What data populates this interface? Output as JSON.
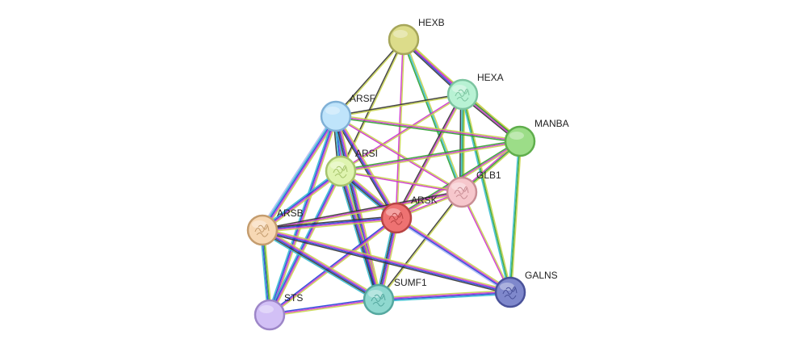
{
  "network": {
    "nodes": [
      {
        "id": "HEXB",
        "label": "HEXB",
        "color": "#dcdc8a",
        "stroke": "#a6a65a",
        "structure": false
      },
      {
        "id": "HEXA",
        "label": "HEXA",
        "color": "#b8f2d4",
        "stroke": "#7cc4a0",
        "structure": true
      },
      {
        "id": "ARSF",
        "label": "ARSF",
        "color": "#bfe4fb",
        "stroke": "#7fb0d6",
        "structure": false
      },
      {
        "id": "MANBA",
        "label": "MANBA",
        "color": "#9cdd88",
        "stroke": "#5fae4c",
        "structure": false
      },
      {
        "id": "ARSI",
        "label": "ARSI",
        "color": "#dff4b0",
        "stroke": "#a6c36c",
        "structure": true
      },
      {
        "id": "GLB1",
        "label": "GLB1",
        "color": "#f6c7cc",
        "stroke": "#c98e95",
        "structure": true
      },
      {
        "id": "ARSK",
        "label": "ARSK",
        "color": "#ee7272",
        "stroke": "#b84444",
        "structure": true
      },
      {
        "id": "ARSB",
        "label": "ARSB",
        "color": "#f7d8b4",
        "stroke": "#c49c6e",
        "structure": true
      },
      {
        "id": "GALNS",
        "label": "GALNS",
        "color": "#7f88cc",
        "stroke": "#4a529a",
        "structure": true
      },
      {
        "id": "SUMF1",
        "label": "SUMF1",
        "color": "#8fd8cf",
        "stroke": "#55a89f",
        "structure": true
      },
      {
        "id": "STS",
        "label": "STS",
        "color": "#d2c0f6",
        "stroke": "#9d86c8",
        "structure": false
      }
    ],
    "edge_colors": {
      "green": "#2ca02c",
      "blue": "#1f3fd6",
      "magenta": "#cc33cc",
      "yellow": "#c8d44a",
      "black": "#333333",
      "cyan": "#33bbd0",
      "lightblue": "#8899ee"
    },
    "edges": [
      {
        "a": "HEXB",
        "b": "HEXA",
        "types": [
          "yellow",
          "magenta",
          "blue",
          "black"
        ]
      },
      {
        "a": "HEXB",
        "b": "ARSF",
        "types": [
          "yellow",
          "black"
        ]
      },
      {
        "a": "HEXB",
        "b": "MANBA",
        "types": [
          "yellow",
          "magenta"
        ]
      },
      {
        "a": "HEXB",
        "b": "ARSI",
        "types": [
          "yellow",
          "black"
        ]
      },
      {
        "a": "HEXB",
        "b": "GLB1",
        "types": [
          "yellow",
          "cyan",
          "green"
        ]
      },
      {
        "a": "HEXB",
        "b": "ARSK",
        "types": [
          "yellow",
          "magenta"
        ]
      },
      {
        "a": "HEXA",
        "b": "ARSF",
        "types": [
          "yellow",
          "black"
        ]
      },
      {
        "a": "HEXA",
        "b": "MANBA",
        "types": [
          "yellow",
          "green",
          "magenta",
          "black"
        ]
      },
      {
        "a": "HEXA",
        "b": "ARSI",
        "types": [
          "yellow",
          "magenta"
        ]
      },
      {
        "a": "HEXA",
        "b": "GLB1",
        "types": [
          "yellow",
          "green",
          "cyan",
          "black"
        ]
      },
      {
        "a": "HEXA",
        "b": "ARSK",
        "types": [
          "yellow",
          "magenta",
          "black"
        ]
      },
      {
        "a": "HEXA",
        "b": "GALNS",
        "types": [
          "yellow",
          "green",
          "cyan"
        ]
      },
      {
        "a": "ARSF",
        "b": "MANBA",
        "types": [
          "yellow",
          "magenta",
          "green"
        ]
      },
      {
        "a": "ARSF",
        "b": "ARSI",
        "types": [
          "yellow",
          "magenta",
          "blue",
          "cyan",
          "black"
        ]
      },
      {
        "a": "ARSF",
        "b": "GLB1",
        "types": [
          "yellow",
          "magenta"
        ]
      },
      {
        "a": "ARSF",
        "b": "ARSK",
        "types": [
          "yellow",
          "magenta",
          "blue",
          "black"
        ]
      },
      {
        "a": "ARSF",
        "b": "ARSB",
        "types": [
          "yellow",
          "magenta",
          "blue",
          "cyan",
          "lightblue"
        ]
      },
      {
        "a": "ARSF",
        "b": "SUMF1",
        "types": [
          "yellow",
          "magenta",
          "blue",
          "black",
          "cyan"
        ]
      },
      {
        "a": "ARSF",
        "b": "STS",
        "types": [
          "yellow",
          "magenta",
          "blue",
          "cyan"
        ]
      },
      {
        "a": "MANBA",
        "b": "ARSI",
        "types": [
          "yellow",
          "magenta",
          "green"
        ]
      },
      {
        "a": "MANBA",
        "b": "GLB1",
        "types": [
          "yellow",
          "green",
          "magenta"
        ]
      },
      {
        "a": "MANBA",
        "b": "ARSK",
        "types": [
          "yellow",
          "magenta",
          "green"
        ]
      },
      {
        "a": "MANBA",
        "b": "GALNS",
        "types": [
          "yellow",
          "green",
          "cyan"
        ]
      },
      {
        "a": "ARSI",
        "b": "GLB1",
        "types": [
          "yellow",
          "magenta"
        ]
      },
      {
        "a": "ARSI",
        "b": "ARSK",
        "types": [
          "yellow",
          "magenta",
          "blue",
          "black",
          "cyan"
        ]
      },
      {
        "a": "ARSI",
        "b": "ARSB",
        "types": [
          "yellow",
          "magenta",
          "blue",
          "cyan"
        ]
      },
      {
        "a": "ARSI",
        "b": "SUMF1",
        "types": [
          "yellow",
          "magenta",
          "blue",
          "black",
          "cyan"
        ]
      },
      {
        "a": "ARSI",
        "b": "STS",
        "types": [
          "yellow",
          "magenta",
          "blue",
          "cyan"
        ]
      },
      {
        "a": "GLB1",
        "b": "ARSK",
        "types": [
          "yellow",
          "magenta"
        ]
      },
      {
        "a": "GLB1",
        "b": "ARSB",
        "types": [
          "yellow",
          "magenta",
          "black"
        ]
      },
      {
        "a": "GLB1",
        "b": "GALNS",
        "types": [
          "yellow",
          "magenta"
        ]
      },
      {
        "a": "GLB1",
        "b": "SUMF1",
        "types": [
          "yellow",
          "black"
        ]
      },
      {
        "a": "ARSK",
        "b": "ARSB",
        "types": [
          "yellow",
          "magenta",
          "blue",
          "black"
        ]
      },
      {
        "a": "ARSK",
        "b": "SUMF1",
        "types": [
          "yellow",
          "magenta",
          "blue",
          "black",
          "cyan"
        ]
      },
      {
        "a": "ARSK",
        "b": "STS",
        "types": [
          "yellow",
          "magenta",
          "blue"
        ]
      },
      {
        "a": "ARSK",
        "b": "GALNS",
        "types": [
          "yellow",
          "magenta",
          "blue",
          "lightblue"
        ]
      },
      {
        "a": "ARSB",
        "b": "SUMF1",
        "types": [
          "yellow",
          "magenta",
          "blue",
          "black",
          "cyan"
        ]
      },
      {
        "a": "ARSB",
        "b": "STS",
        "types": [
          "yellow",
          "green",
          "blue",
          "cyan"
        ]
      },
      {
        "a": "ARSB",
        "b": "GALNS",
        "types": [
          "yellow",
          "magenta",
          "blue",
          "black"
        ]
      },
      {
        "a": "SUMF1",
        "b": "GALNS",
        "types": [
          "yellow",
          "magenta",
          "blue",
          "cyan"
        ]
      },
      {
        "a": "SUMF1",
        "b": "STS",
        "types": [
          "yellow",
          "magenta",
          "blue"
        ]
      }
    ]
  }
}
